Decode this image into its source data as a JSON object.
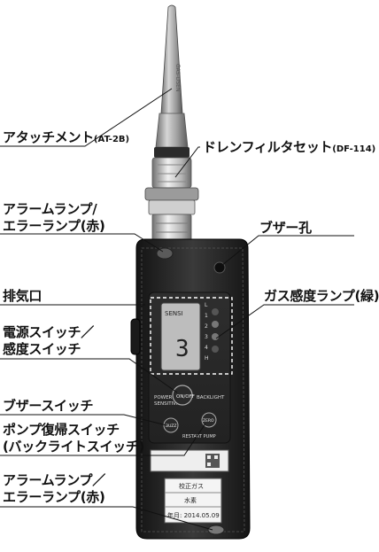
{
  "labels": {
    "attachment": {
      "main": "アタッチメント",
      "sub": "(AT-2B)"
    },
    "drain_filter": {
      "main": "ドレンフィルタセット",
      "sub": "(DF-114)"
    },
    "alarm_lamp_top": {
      "line1": "アラームランプ/",
      "line2": "エラーランプ(赤)"
    },
    "buzzer_hole": "ブザー孔",
    "exhaust": "排気口",
    "gas_sensitivity_lamp": "ガス感度ランプ(緑)",
    "power_switch": {
      "line1": "電源スイッチ／",
      "line2": "感度スイッチ"
    },
    "buzzer_switch": "ブザースイッチ",
    "pump_reset": {
      "line1": "ポンプ復帰スイッチ",
      "line2": "(バックライトスイッチ)"
    },
    "alarm_lamp_bottom": {
      "line1": "アラームランプ／",
      "line2": "エラーランプ(赤)"
    }
  },
  "device": {
    "antenna_text": "GAS-DSEN",
    "lcd_digit": "3",
    "lcd_small": "SENSI",
    "lcd_level_nums": [
      "L",
      "1",
      "2",
      "3",
      "4",
      "H"
    ],
    "power_btn_label": "ON/OFF",
    "power_label": "POWER",
    "sensitivity_label": "SENSITIVITY",
    "backlight_label": "BACKLIGHT",
    "zero_btn_label": "ZERO",
    "restart_pump_label": "RESTART PUMP",
    "buzzer_btn_label": "BUZZ",
    "sticker_line1": "校正ガス",
    "sticker_line2": "水素",
    "sticker_date": "年月: 2014.05.09"
  }
}
